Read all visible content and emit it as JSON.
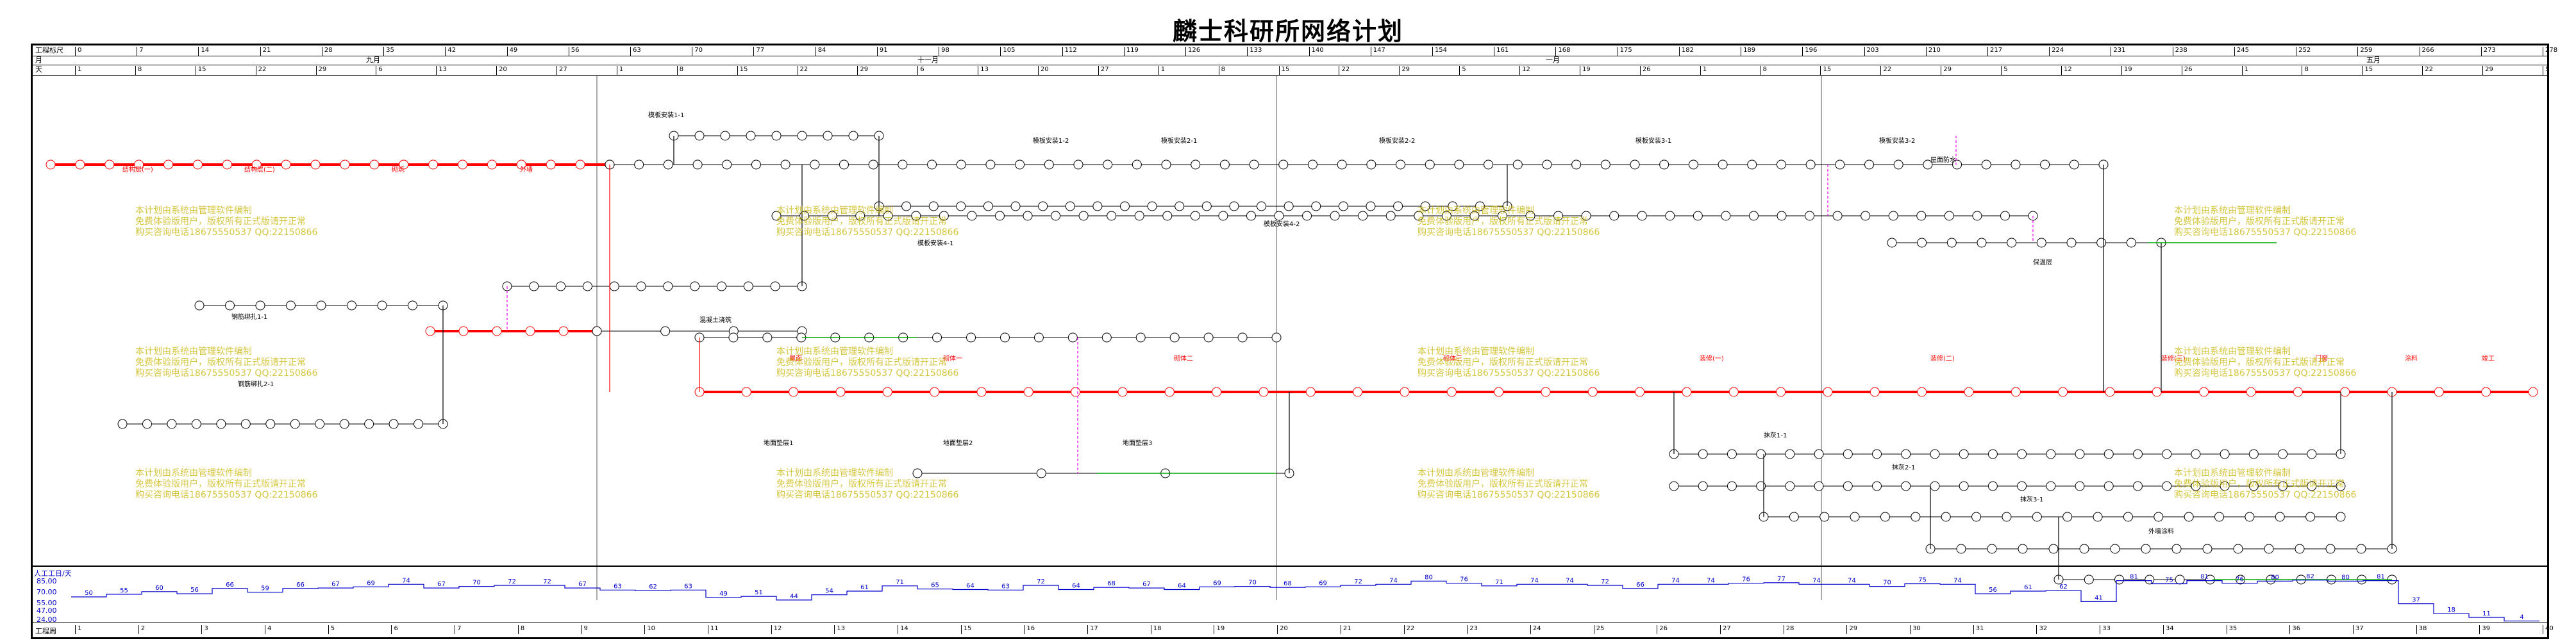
{
  "title": "麟士科研所网络计划",
  "header": {
    "row_labels": [
      "工程标尺",
      "月",
      "天"
    ],
    "day_ticks": [
      "0",
      "7",
      "14",
      "21",
      "28",
      "35",
      "42",
      "49",
      "56",
      "63",
      "70",
      "77",
      "84",
      "91",
      "98",
      "105",
      "112",
      "119",
      "126",
      "133",
      "140",
      "147",
      "154",
      "161",
      "168",
      "175",
      "182",
      "189",
      "196",
      "203",
      "210",
      "217",
      "224",
      "231",
      "238",
      "245",
      "252",
      "259",
      "266",
      "273",
      "278"
    ],
    "months": [
      "九月",
      "十一月",
      "一月",
      "五月"
    ],
    "day_of_month": [
      "1",
      "8",
      "15",
      "22",
      "29",
      "6",
      "13",
      "20",
      "27",
      "1",
      "8",
      "15",
      "22",
      "29",
      "6",
      "13",
      "20",
      "27",
      "1",
      "8",
      "15",
      "22",
      "29",
      "5",
      "12",
      "19",
      "26",
      "1",
      "8",
      "15",
      "22",
      "29",
      "5",
      "12",
      "19",
      "26",
      "1",
      "8",
      "15",
      "22",
      "29",
      "5"
    ]
  },
  "footer": {
    "label": "工程周",
    "weeks": [
      "1",
      "2",
      "3",
      "4",
      "5",
      "6",
      "7",
      "8",
      "9",
      "10",
      "11",
      "12",
      "13",
      "14",
      "15",
      "16",
      "17",
      "18",
      "19",
      "20",
      "21",
      "22",
      "23",
      "24",
      "25",
      "26",
      "27",
      "28",
      "29",
      "30",
      "31",
      "32",
      "33",
      "34",
      "35",
      "36",
      "37",
      "38",
      "39",
      "40"
    ]
  },
  "labor_chart": {
    "label": "人工工日/天",
    "y_labels": [
      "85.00",
      "70.00",
      "55.00",
      "47.00",
      "24.00"
    ],
    "data_labels": [
      "50",
      "55",
      "60",
      "56",
      "66",
      "59",
      "66",
      "67",
      "69",
      "74",
      "67",
      "70",
      "72",
      "72",
      "67",
      "63",
      "62",
      "63",
      "49",
      "51",
      "44",
      "54",
      "61",
      "71",
      "65",
      "64",
      "63",
      "72",
      "64",
      "68",
      "67",
      "64",
      "69",
      "70",
      "68",
      "69",
      "72",
      "74",
      "80",
      "76",
      "71",
      "74",
      "74",
      "72",
      "66",
      "74",
      "74",
      "76",
      "77",
      "74",
      "74",
      "70",
      "75",
      "74",
      "56",
      "61",
      "62",
      "41",
      "81",
      "75",
      "81",
      "76",
      "80",
      "82",
      "80",
      "81",
      "37",
      "18",
      "11",
      "4"
    ]
  },
  "activities": {
    "critical": [
      "结构层(一)",
      "结构层(二)",
      "砌筑",
      "外墙",
      "屋面",
      "砌体一",
      "砌体二",
      "砌体三",
      "装修(一)",
      "装修(二)",
      "装修(三)",
      "门窗",
      "涂料",
      "竣工"
    ],
    "regular": [
      "模板安装1-1",
      "模板安装1-2",
      "模板安装2-1",
      "模板安装2-2",
      "模板安装3-1",
      "模板安装3-2",
      "模板安装4-1",
      "模板安装4-2",
      "钢筋绑扎1-1",
      "钢筋绑扎2-1",
      "混凝土浇筑",
      "地面垫层1",
      "地面垫层2",
      "地面垫层3",
      "抹灰1-1",
      "抹灰2-1",
      "抹灰3-1",
      "外墙涂料",
      "屋面防水",
      "保温层"
    ]
  },
  "watermark_text": "本计划由系统由管理软件编制\n免费体验版用户，版权所有正式版请开正常\n购买咨询电话18675550537 QQ:22150866",
  "colors": {
    "critical": "#ff0000",
    "normal": "#000000",
    "dummy": "#ff00ff",
    "free": "#00aa00",
    "chart": "#0000cc",
    "watermark": "#c8b400"
  }
}
